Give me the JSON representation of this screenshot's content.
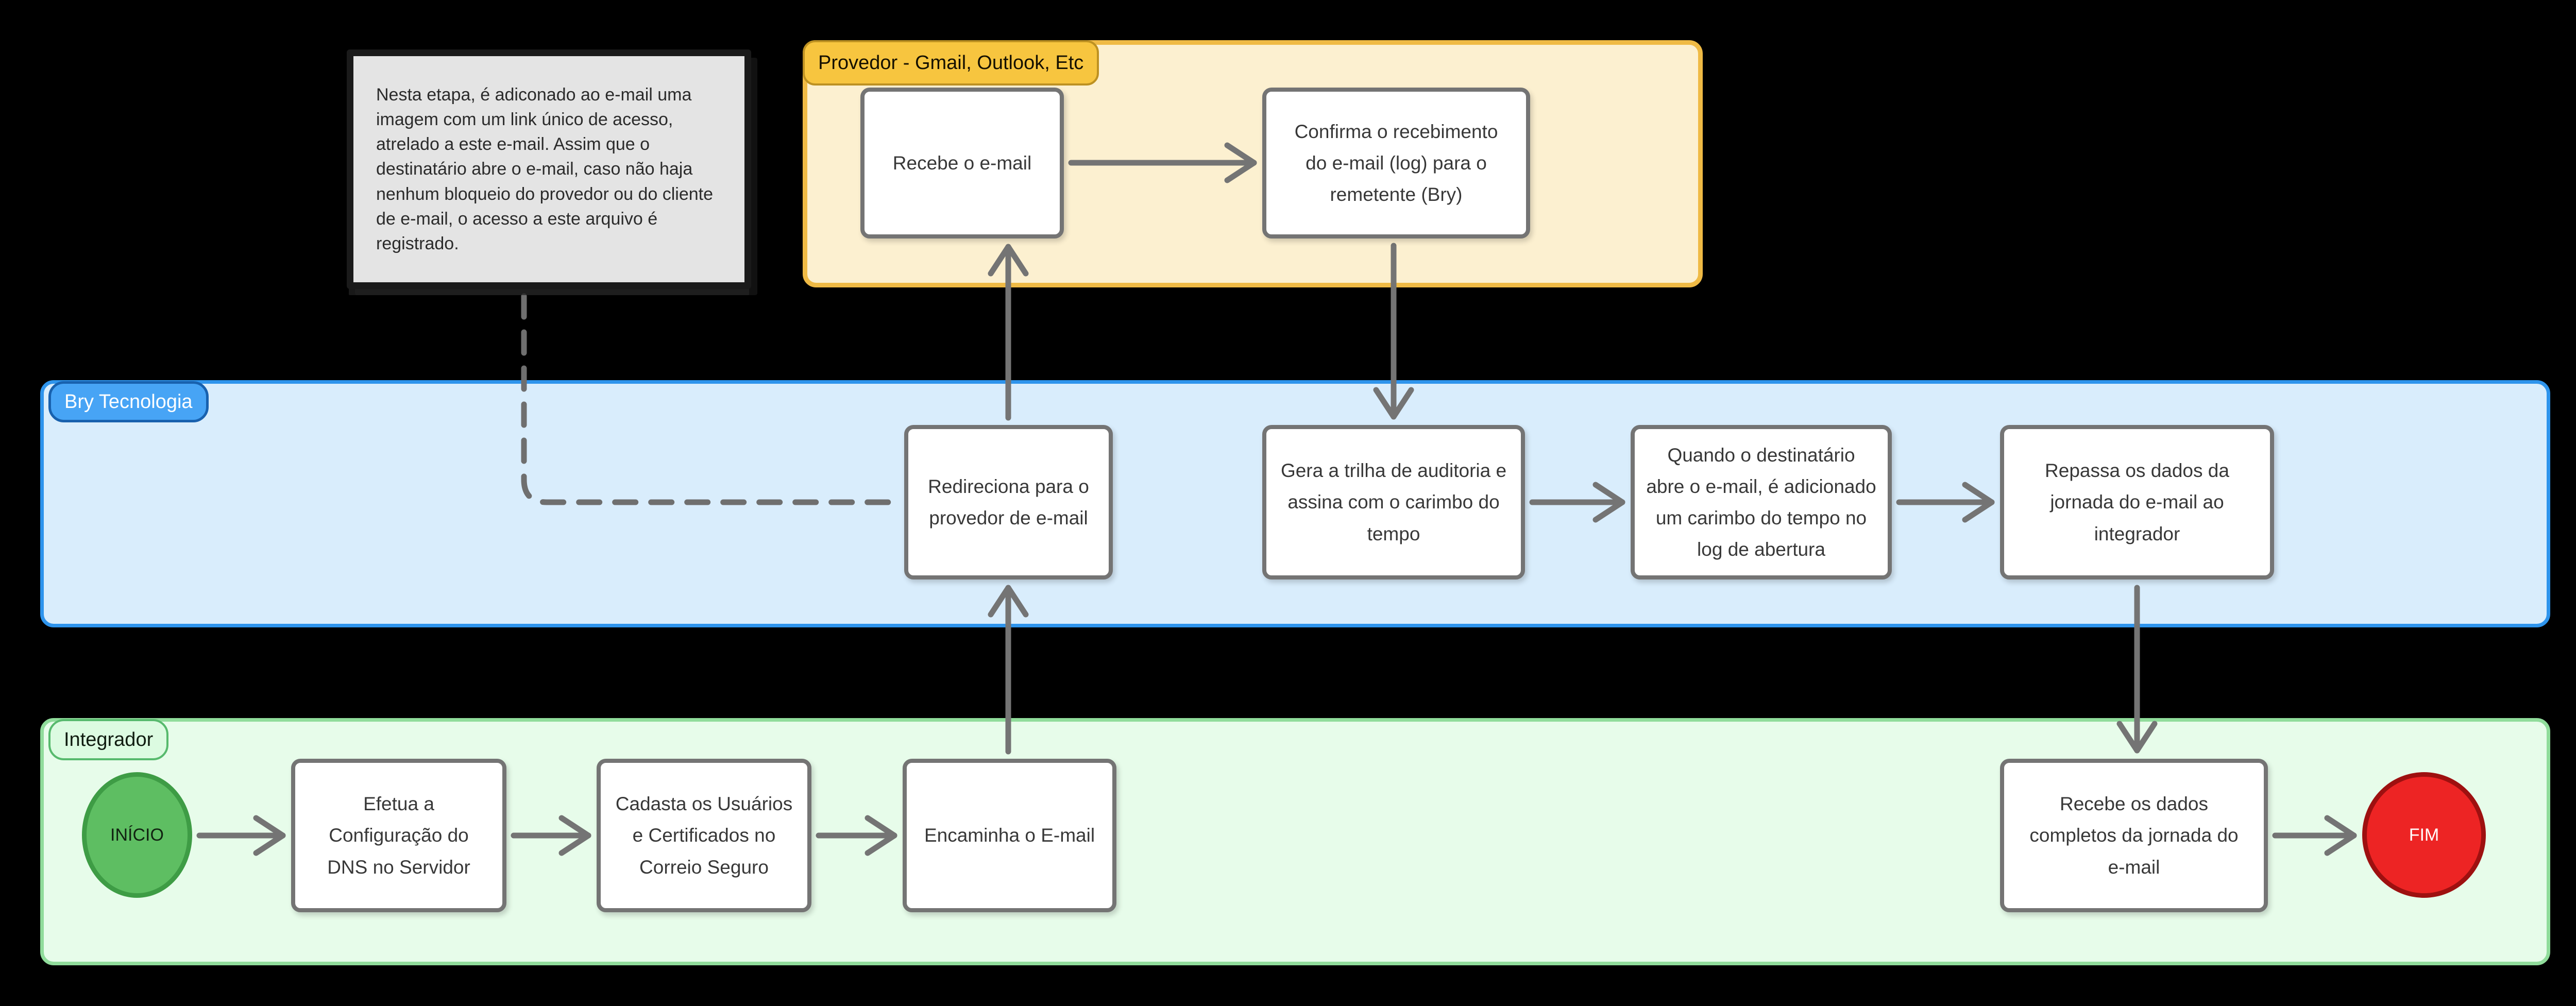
{
  "diagram": {
    "title_hint": "E-mail journey flowchart (Correio Seguro / Bry)",
    "note": {
      "text": "Nesta etapa, é adiconado ao e-mail uma\nimagem com um link único de acesso,\natrelado a este e-mail. Assim que o\ndestinatário abre o e-mail, caso não haja\nnenhum bloqueio do provedor ou do cliente\nde e-mail, o acesso a este arquivo é\nregistrado."
    },
    "lanes": {
      "provedor": {
        "label": "Provedor - Gmail, Outlook, Etc"
      },
      "bry": {
        "label": "Bry Tecnologia"
      },
      "integrador": {
        "label": "Integrador"
      }
    },
    "nodes": {
      "recebe": "Recebe o e-mail",
      "confirma": "Confirma o recebimento\ndo e-mail (log) para o\nremetente (Bry)",
      "redireciona": "Redireciona para o\nprovedor de e-mail",
      "gera": "Gera a trilha de auditoria e\nassina com o carimbo do\ntempo",
      "quando": "Quando o destinatário\nabre o e-mail, é adicionado\num carimbo do tempo no\nlog de abertura",
      "repassa": "Repassa os dados da\njornada do e-mail ao\nintegrador",
      "efetua": "Efetua a\nConfiguração do\nDNS no Servidor",
      "cadasta": "Cadasta os Usuários\ne Certificados no\nCorreio Seguro",
      "encaminha": "Encaminha o E-mail",
      "recebe_dados": "Recebe os dados\ncompletos da jornada do\ne-mail"
    },
    "terminals": {
      "start": "INÍCIO",
      "end": "FIM"
    },
    "colors": {
      "background": "#000000",
      "note_fill": "#E4E4E4",
      "note_border": "#1A1A1A",
      "note_text": "#2B2B2B",
      "provider_fill": "#FCF0D0",
      "provider_border": "#EFBA45",
      "provider_pill_fill": "#F7C53F",
      "provider_pill_border": "#BD9122",
      "bry_fill": "#D9EDFC",
      "bry_border": "#2E94EC",
      "bry_pill_fill": "#47A4F5",
      "bry_pill_border": "#1861AE",
      "integrador_fill": "#E7FCEA",
      "integrador_border": "#90DC9B",
      "integrador_pill_fill": "#DCFBE1",
      "integrador_pill_border": "#57BA6D",
      "box_fill": "#FFFFFF",
      "box_border": "#747474",
      "box_text": "#383838",
      "start_fill": "#5EBE62",
      "start_border": "#3E9C45",
      "start_text": "#112211",
      "end_fill": "#ED2424",
      "end_border": "#9E1010",
      "end_text": "#FFFFFF",
      "arrow": "#747474",
      "dashed": "#6F6F6F"
    }
  }
}
